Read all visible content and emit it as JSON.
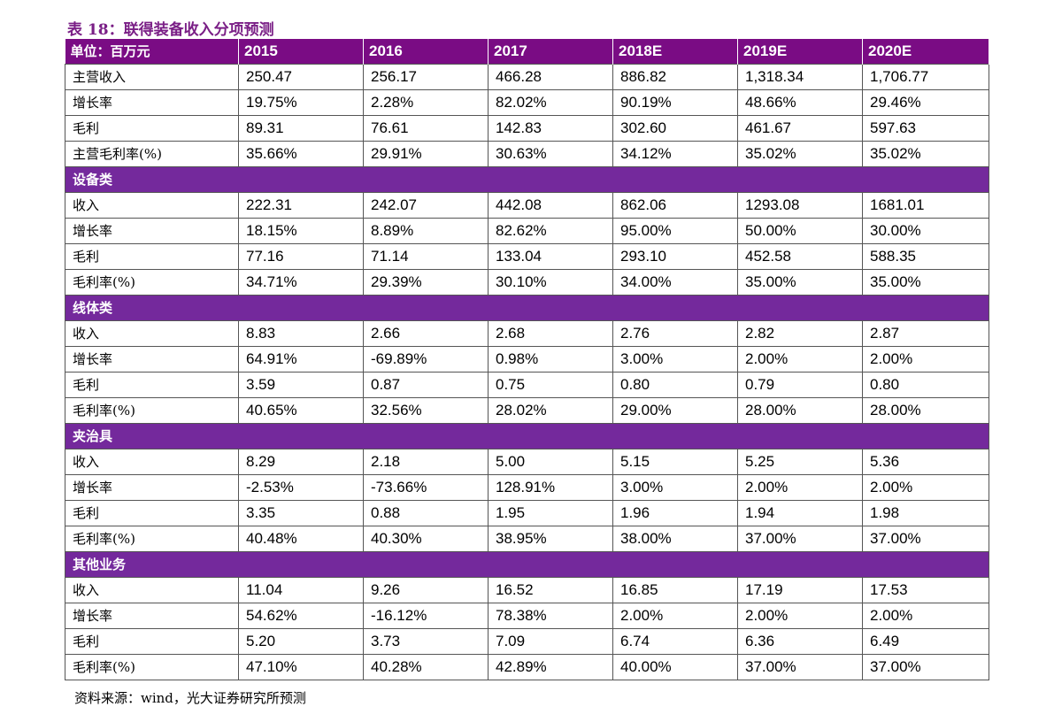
{
  "title": "表 18：联得装备收入分项预测",
  "header": {
    "unit_label": "单位：百万元",
    "years": [
      "2015",
      "2016",
      "2017",
      "2018E",
      "2019E",
      "2020E"
    ]
  },
  "summary": {
    "rows": [
      {
        "label": "主营收入",
        "values": [
          "250.47",
          "256.17",
          "466.28",
          "886.82",
          "1,318.34",
          "1,706.77"
        ]
      },
      {
        "label": "增长率",
        "values": [
          "19.75%",
          "2.28%",
          "82.02%",
          "90.19%",
          "48.66%",
          "29.46%"
        ]
      },
      {
        "label": "毛利",
        "values": [
          "89.31",
          "76.61",
          "142.83",
          "302.60",
          "461.67",
          "597.63"
        ]
      },
      {
        "label": "主营毛利率(%)",
        "values": [
          "35.66%",
          "29.91%",
          "30.63%",
          "34.12%",
          "35.02%",
          "35.02%"
        ]
      }
    ]
  },
  "sections": [
    {
      "name": "设备类",
      "rows": [
        {
          "label": "收入",
          "values": [
            "222.31",
            "242.07",
            "442.08",
            "862.06",
            "1293.08",
            "1681.01"
          ]
        },
        {
          "label": "增长率",
          "values": [
            "18.15%",
            "8.89%",
            "82.62%",
            "95.00%",
            "50.00%",
            "30.00%"
          ]
        },
        {
          "label": "毛利",
          "values": [
            "77.16",
            "71.14",
            "133.04",
            "293.10",
            "452.58",
            "588.35"
          ]
        },
        {
          "label": "毛利率(%)",
          "values": [
            "34.71%",
            "29.39%",
            "30.10%",
            "34.00%",
            "35.00%",
            "35.00%"
          ]
        }
      ]
    },
    {
      "name": "线体类",
      "rows": [
        {
          "label": "收入",
          "values": [
            "8.83",
            "2.66",
            "2.68",
            "2.76",
            "2.82",
            "2.87"
          ]
        },
        {
          "label": "增长率",
          "values": [
            "64.91%",
            "-69.89%",
            "0.98%",
            "3.00%",
            "2.00%",
            "2.00%"
          ]
        },
        {
          "label": "毛利",
          "values": [
            "3.59",
            "0.87",
            "0.75",
            "0.80",
            "0.79",
            "0.80"
          ]
        },
        {
          "label": "毛利率(%)",
          "values": [
            "40.65%",
            "32.56%",
            "28.02%",
            "29.00%",
            "28.00%",
            "28.00%"
          ]
        }
      ]
    },
    {
      "name": "夹治具",
      "rows": [
        {
          "label": "收入",
          "values": [
            "8.29",
            "2.18",
            "5.00",
            "5.15",
            "5.25",
            "5.36"
          ]
        },
        {
          "label": "增长率",
          "values": [
            "-2.53%",
            "-73.66%",
            "128.91%",
            "3.00%",
            "2.00%",
            "2.00%"
          ]
        },
        {
          "label": "毛利",
          "values": [
            "3.35",
            "0.88",
            "1.95",
            "1.96",
            "1.94",
            "1.98"
          ]
        },
        {
          "label": "毛利率(%)",
          "values": [
            "40.48%",
            "40.30%",
            "38.95%",
            "38.00%",
            "37.00%",
            "37.00%"
          ]
        }
      ]
    },
    {
      "name": "其他业务",
      "rows": [
        {
          "label": "收入",
          "values": [
            "11.04",
            "9.26",
            "16.52",
            "16.85",
            "17.19",
            "17.53"
          ]
        },
        {
          "label": "增长率",
          "values": [
            "54.62%",
            "-16.12%",
            "78.38%",
            "2.00%",
            "2.00%",
            "2.00%"
          ]
        },
        {
          "label": "毛利",
          "values": [
            "5.20",
            "3.73",
            "7.09",
            "6.74",
            "6.36",
            "6.49"
          ]
        },
        {
          "label": "毛利率(%)",
          "values": [
            "47.10%",
            "40.28%",
            "42.89%",
            "40.00%",
            "37.00%",
            "37.00%"
          ]
        }
      ]
    }
  ],
  "source": "资料来源：wind，光大证券研究所预测",
  "colors": {
    "header_bg": "#7a0c84",
    "section_bg": "#74299c",
    "title_color": "#7a1f86"
  }
}
